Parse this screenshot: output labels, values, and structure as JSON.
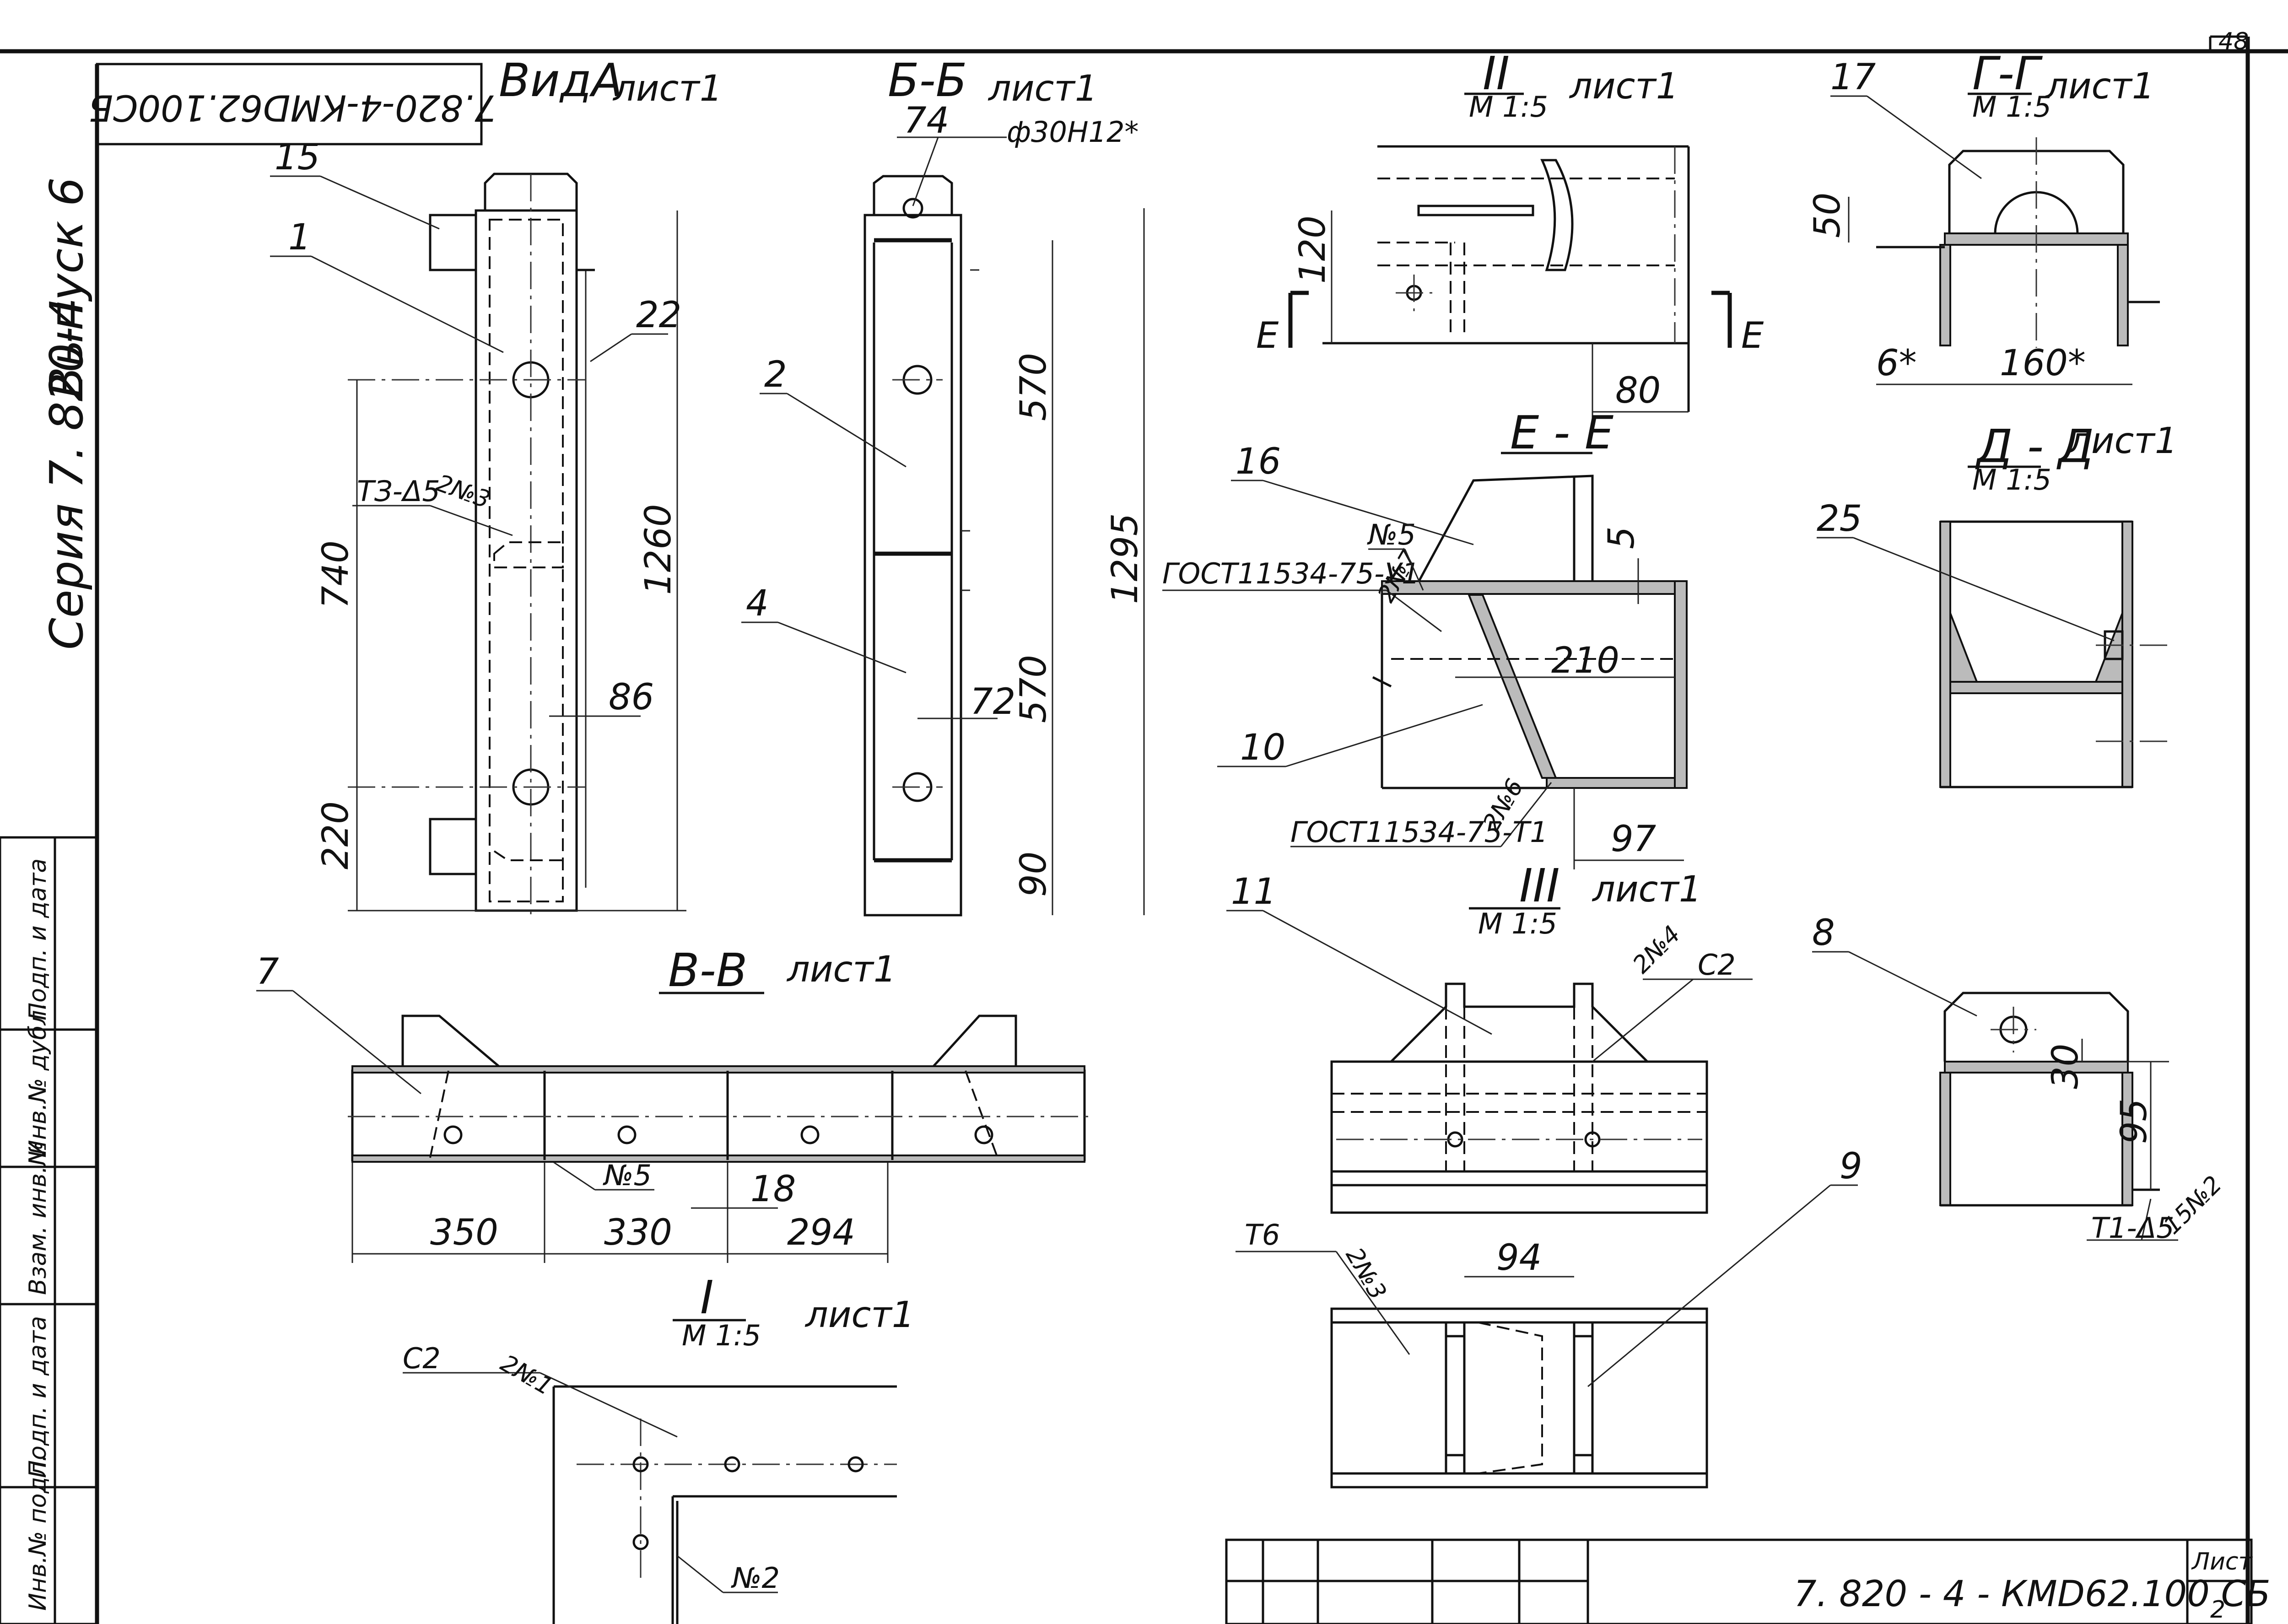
{
  "sheet": {
    "sheet_number_top": "48",
    "stamp_code_upside_down": "7.820-4-КМD62.100СБ",
    "side_series": "Серия 7. 820-4",
    "side_issue": "Выпуск 6",
    "side_stamp": [
      "Инв.№ подл.",
      "Подп. и дата",
      "Взам. инв.№",
      "Инв.№ дубл.",
      "Подп. и дата"
    ],
    "title_code": "7. 820 - 4 - КМD62.100 СБ",
    "title_sheet_label": "Лист",
    "title_sheet_no": "2"
  },
  "views": {
    "view_a": {
      "title": "ВидА",
      "sheet_ref": "лист1",
      "weld_note": "ТЗ-Δ5",
      "weld_no": "2№3",
      "dims": [
        "740",
        "220",
        "1260",
        "86"
      ],
      "callouts": [
        "15",
        "1",
        "22"
      ]
    },
    "section_b": {
      "title": "Б-Б",
      "sheet_ref": "лист1",
      "hole_note": "ф30Н12*",
      "dims": [
        "74",
        "570",
        "570",
        "1295",
        "72",
        "90"
      ],
      "callouts": [
        "2",
        "4"
      ]
    },
    "detail_2": {
      "title": "II",
      "scale": "М 1:5",
      "sheet_ref": "лист1",
      "dims": [
        "120",
        "80"
      ],
      "section_mark": "Е"
    },
    "section_e": {
      "title": "Е - Е",
      "weld_top": "ГОСТ11534-75-У1",
      "weld_top_no": "2№7",
      "weld_bottom": "ГОСТ11534-75-Т1",
      "weld_bottom_no": "2№6",
      "weld_mark": "№5",
      "dims": [
        "5",
        "210",
        "97"
      ],
      "callouts": [
        "16",
        "10"
      ]
    },
    "section_g": {
      "title": "Г-Г",
      "scale": "М 1:5",
      "sheet_ref": "лист1",
      "dims": [
        "50",
        "6*",
        "160*"
      ],
      "callouts": [
        "17"
      ]
    },
    "section_d": {
      "title": "Д - Д",
      "scale": "М 1:5",
      "sheet_ref": "лист1",
      "callouts": [
        "25"
      ]
    },
    "section_v": {
      "title": "В-В",
      "sheet_ref": "лист1",
      "weld_mark": "№5",
      "dims": [
        "350",
        "330",
        "294",
        "18"
      ],
      "callouts": [
        "7"
      ]
    },
    "detail_3": {
      "title": "III",
      "scale": "М 1:5",
      "sheet_ref": "лист1",
      "weld_no": "2№4",
      "weld_code": "С2",
      "callouts": [
        "11"
      ]
    },
    "detail_8": {
      "dims": [
        "30",
        "95"
      ],
      "weld_code": "Т1-Δ5",
      "weld_no": "15№2",
      "callouts": [
        "8"
      ]
    },
    "detail_t6": {
      "weld_code": "Т6",
      "weld_no": "2№3",
      "dims": [
        "94"
      ],
      "callouts": [
        "9"
      ]
    },
    "detail_1": {
      "title": "I",
      "scale": "М 1:5",
      "sheet_ref": "лист1",
      "weld_code": "С2",
      "weld_no": "2№1",
      "weld_mark": "№2"
    }
  }
}
